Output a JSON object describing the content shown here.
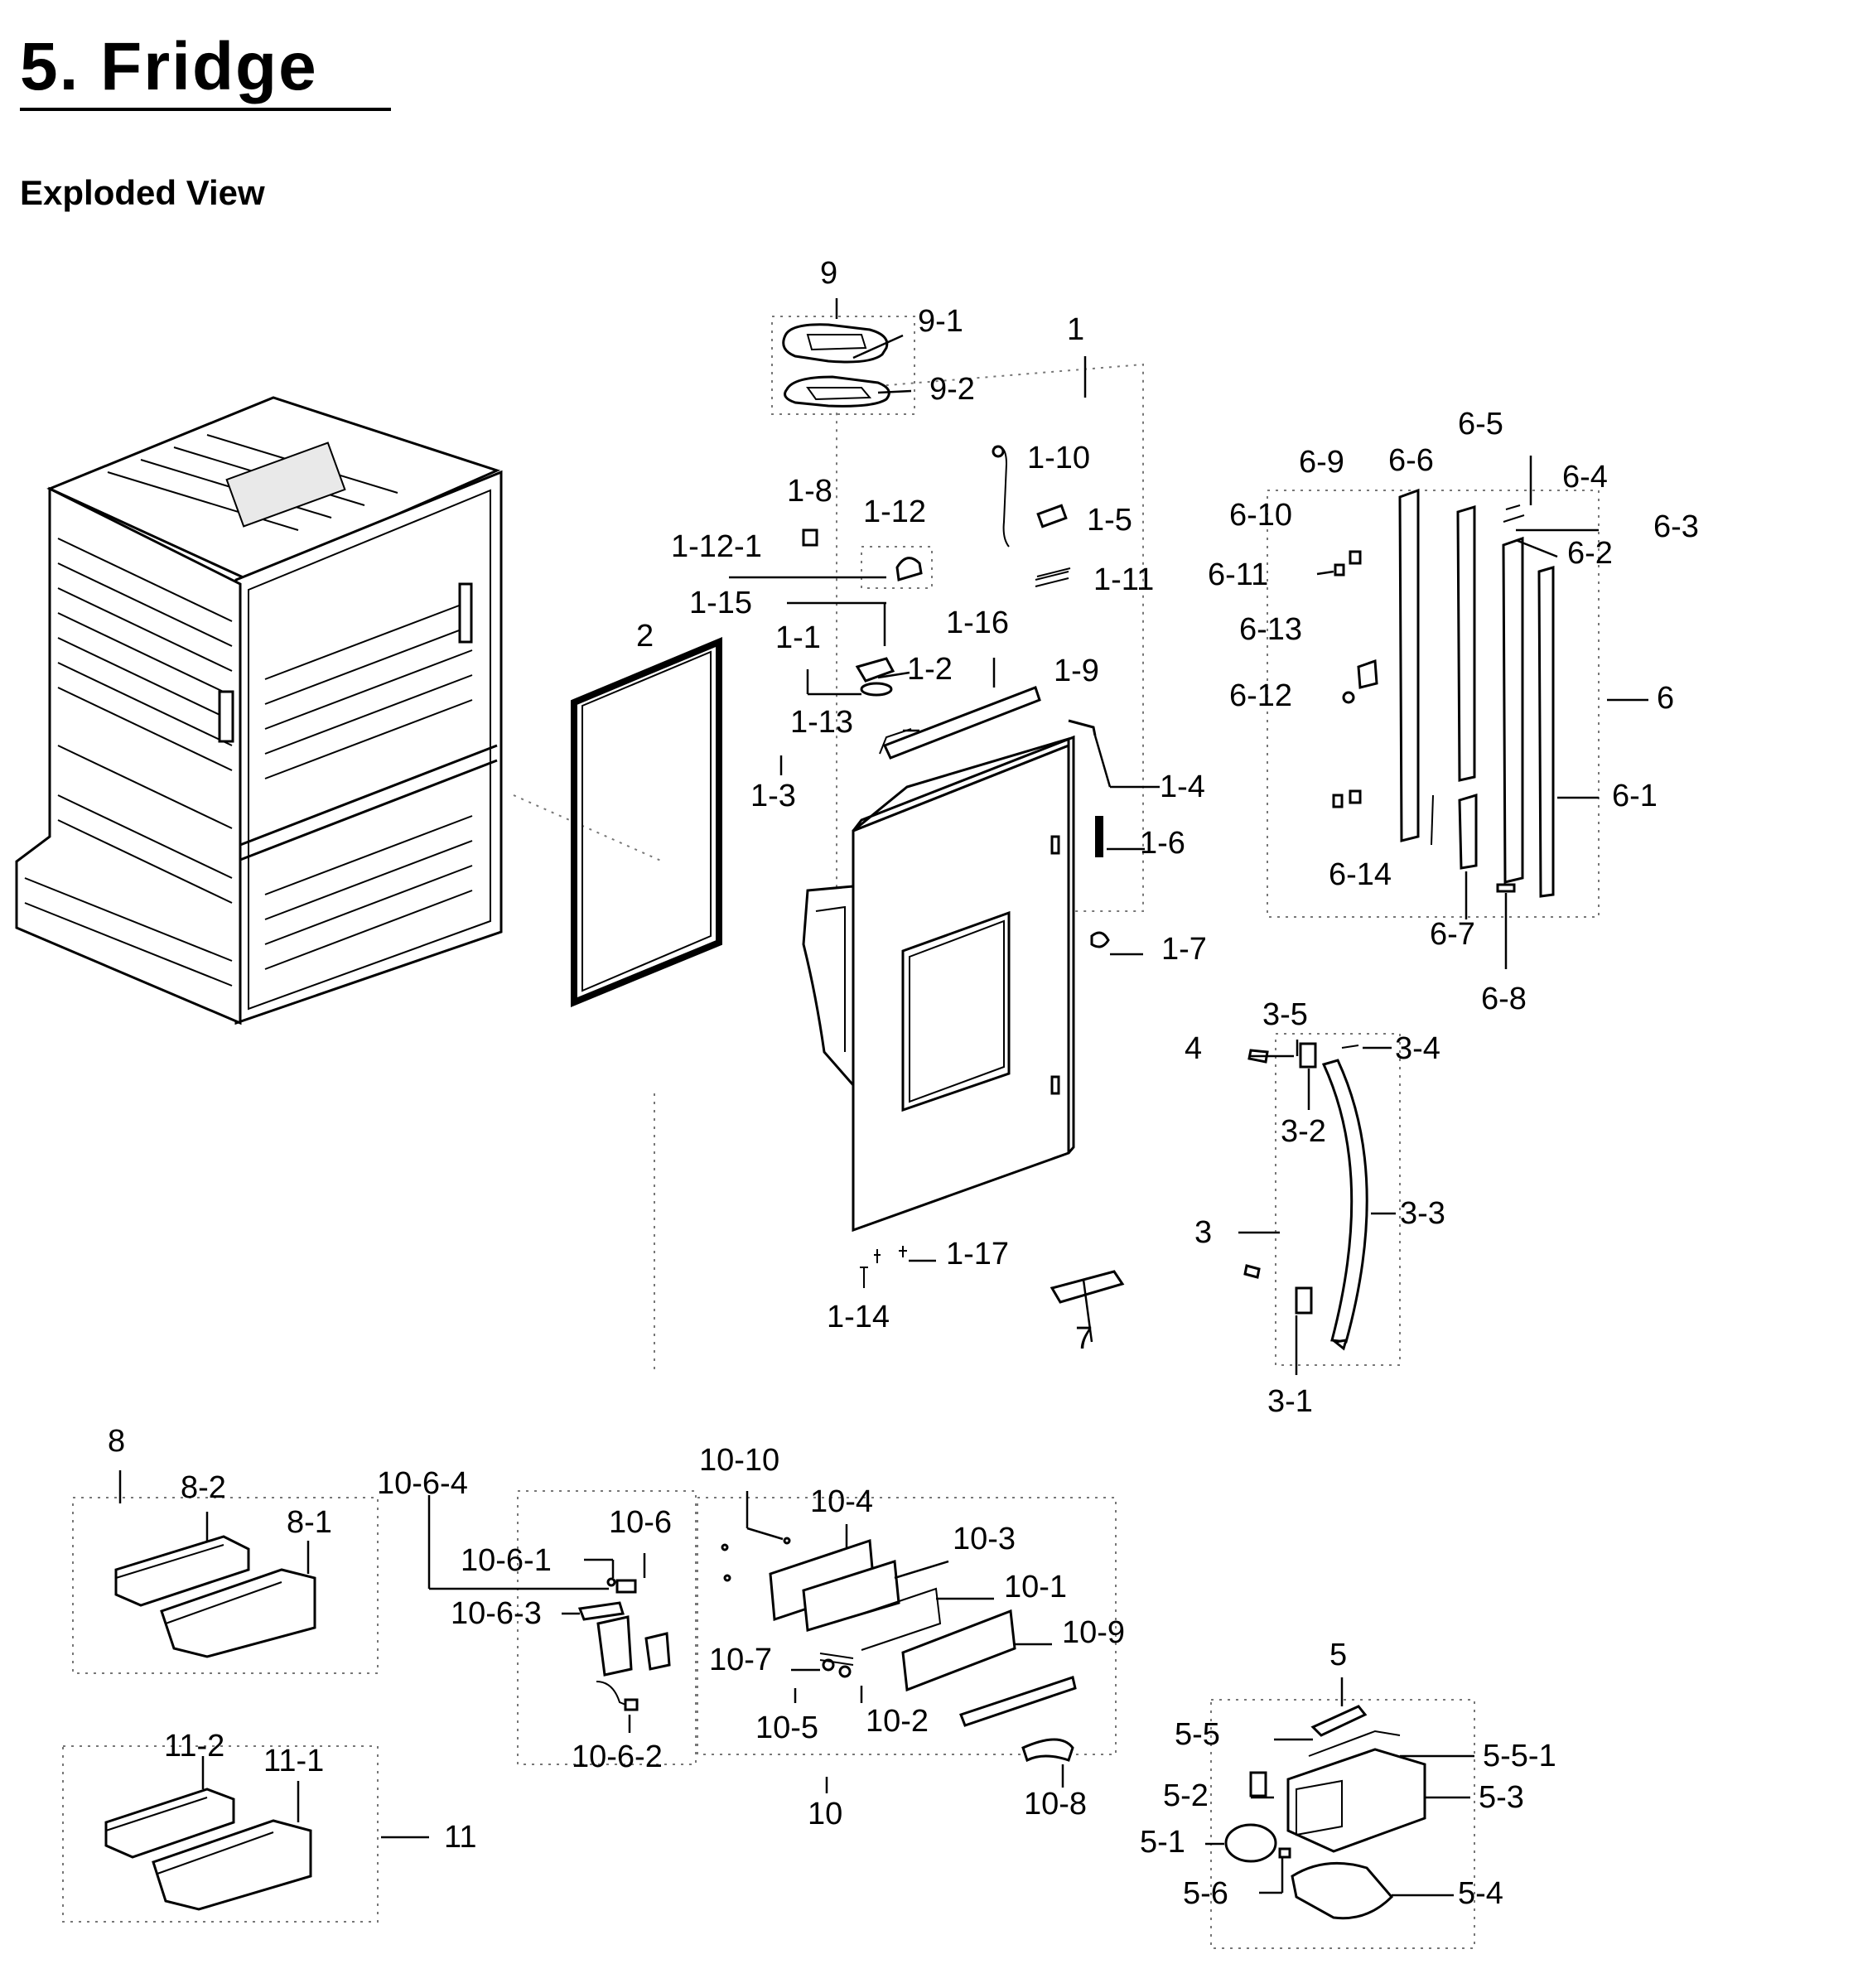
{
  "header": {
    "title": "5.  Fridge",
    "subtitle": "Exploded View"
  },
  "callouts": [
    {
      "id": "9",
      "text": "9"
    },
    {
      "id": "9-1",
      "text": "9-1"
    },
    {
      "id": "9-2",
      "text": "9-2"
    },
    {
      "id": "1",
      "text": "1"
    },
    {
      "id": "1-10",
      "text": "1-10"
    },
    {
      "id": "1-5",
      "text": "1-5"
    },
    {
      "id": "1-11",
      "text": "1-11"
    },
    {
      "id": "1-8",
      "text": "1-8"
    },
    {
      "id": "1-12",
      "text": "1-12"
    },
    {
      "id": "1-12-1",
      "text": "1-12-1"
    },
    {
      "id": "1-15",
      "text": "1-15"
    },
    {
      "id": "1-16",
      "text": "1-16"
    },
    {
      "id": "1-1",
      "text": "1-1"
    },
    {
      "id": "1-2",
      "text": "1-2"
    },
    {
      "id": "1-9",
      "text": "1-9"
    },
    {
      "id": "1-13",
      "text": "1-13"
    },
    {
      "id": "1-3",
      "text": "1-3"
    },
    {
      "id": "1-4",
      "text": "1-4"
    },
    {
      "id": "1-6",
      "text": "1-6"
    },
    {
      "id": "1-7",
      "text": "1-7"
    },
    {
      "id": "1-17",
      "text": "1-17"
    },
    {
      "id": "1-14",
      "text": "1-14"
    },
    {
      "id": "2",
      "text": "2"
    },
    {
      "id": "7",
      "text": "7"
    },
    {
      "id": "6-5",
      "text": "6-5"
    },
    {
      "id": "6-9",
      "text": "6-9"
    },
    {
      "id": "6-6",
      "text": "6-6"
    },
    {
      "id": "6-4",
      "text": "6-4"
    },
    {
      "id": "6-10",
      "text": "6-10"
    },
    {
      "id": "6-3",
      "text": "6-3"
    },
    {
      "id": "6-2",
      "text": "6-2"
    },
    {
      "id": "6-11",
      "text": "6-11"
    },
    {
      "id": "6-13",
      "text": "6-13"
    },
    {
      "id": "6",
      "text": "6"
    },
    {
      "id": "6-12",
      "text": "6-12"
    },
    {
      "id": "6-1",
      "text": "6-1"
    },
    {
      "id": "6-14",
      "text": "6-14"
    },
    {
      "id": "6-7",
      "text": "6-7"
    },
    {
      "id": "6-8",
      "text": "6-8"
    },
    {
      "id": "3-5",
      "text": "3-5"
    },
    {
      "id": "4",
      "text": "4"
    },
    {
      "id": "3-4",
      "text": "3-4"
    },
    {
      "id": "3-2",
      "text": "3-2"
    },
    {
      "id": "3-3",
      "text": "3-3"
    },
    {
      "id": "3",
      "text": "3"
    },
    {
      "id": "3-1",
      "text": "3-1"
    },
    {
      "id": "8",
      "text": "8"
    },
    {
      "id": "8-2",
      "text": "8-2"
    },
    {
      "id": "8-1",
      "text": "8-1"
    },
    {
      "id": "10-6-4",
      "text": "10-6-4"
    },
    {
      "id": "10-6",
      "text": "10-6"
    },
    {
      "id": "10-6-1",
      "text": "10-6-1"
    },
    {
      "id": "10-6-3",
      "text": "10-6-3"
    },
    {
      "id": "10-6-2",
      "text": "10-6-2"
    },
    {
      "id": "10-10",
      "text": "10-10"
    },
    {
      "id": "10-4",
      "text": "10-4"
    },
    {
      "id": "10-3",
      "text": "10-3"
    },
    {
      "id": "10-1",
      "text": "10-1"
    },
    {
      "id": "10-9",
      "text": "10-9"
    },
    {
      "id": "10-7",
      "text": "10-7"
    },
    {
      "id": "10-5",
      "text": "10-5"
    },
    {
      "id": "10-2",
      "text": "10-2"
    },
    {
      "id": "10",
      "text": "10"
    },
    {
      "id": "10-8",
      "text": "10-8"
    },
    {
      "id": "11-2",
      "text": "11-2"
    },
    {
      "id": "11-1",
      "text": "11-1"
    },
    {
      "id": "11",
      "text": "11"
    },
    {
      "id": "5",
      "text": "5"
    },
    {
      "id": "5-5",
      "text": "5-5"
    },
    {
      "id": "5-5-1",
      "text": "5-5-1"
    },
    {
      "id": "5-2",
      "text": "5-2"
    },
    {
      "id": "5-3",
      "text": "5-3"
    },
    {
      "id": "5-1",
      "text": "5-1"
    },
    {
      "id": "5-6",
      "text": "5-6"
    },
    {
      "id": "5-4",
      "text": "5-4"
    }
  ]
}
